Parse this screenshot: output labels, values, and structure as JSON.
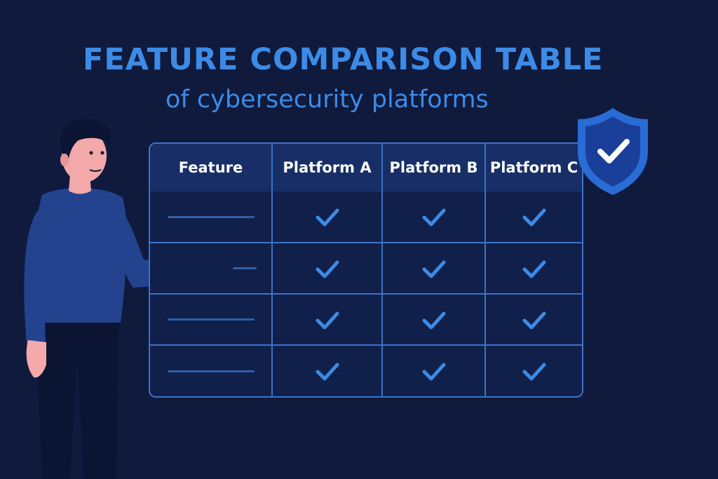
{
  "header": {
    "title": "FEATURE COMPARISON TABLE",
    "subtitle": "of cybersecurity platforms"
  },
  "table": {
    "columns": [
      "Feature",
      "Platform A",
      "Platform B",
      "Platform C"
    ],
    "rows": [
      {
        "feature": "",
        "platform_a": "check",
        "platform_b": "check",
        "platform_c": "check"
      },
      {
        "feature": "",
        "platform_a": "check",
        "platform_b": "check",
        "platform_c": "check"
      },
      {
        "feature": "",
        "platform_a": "check",
        "platform_b": "check",
        "platform_c": "check"
      },
      {
        "feature": "",
        "platform_a": "check",
        "platform_b": "check",
        "platform_c": "check"
      }
    ]
  },
  "icons": {
    "check": "check-icon",
    "shield": "shield-check-icon",
    "presenter": "presenter-illustration"
  },
  "colors": {
    "background": "#0f1a3d",
    "accent": "#3c8be6",
    "table_border": "#3b73c9",
    "header_fill": "#172f66"
  }
}
